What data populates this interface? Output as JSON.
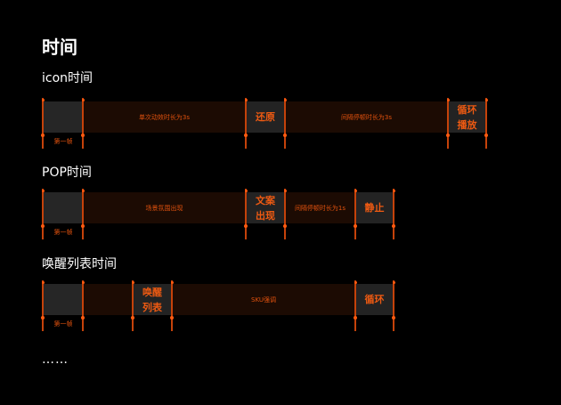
{
  "title": "时间",
  "ellipsis": "……",
  "colors": {
    "background": "#000000",
    "accent": "#ee5a12",
    "tick": "#c5420a",
    "duration_fill": "#1c0b03",
    "action_fill": "#232323"
  },
  "sections": [
    {
      "heading": "icon时间",
      "frame_label": "第一帧",
      "segments": [
        {
          "type": "frame",
          "label": ""
        },
        {
          "type": "duration",
          "label": "单次动效时长为3s"
        },
        {
          "type": "action",
          "label": "还原"
        },
        {
          "type": "duration",
          "label": "间隔停顿时长为3s"
        },
        {
          "type": "action",
          "label": "循环\n播放"
        }
      ]
    },
    {
      "heading": "POP时间",
      "frame_label": "第一帧",
      "segments": [
        {
          "type": "frame",
          "label": ""
        },
        {
          "type": "duration",
          "label": "场景氛围出现"
        },
        {
          "type": "action",
          "label": "文案\n出现"
        },
        {
          "type": "duration",
          "label": "间隔停顿时长为1s"
        },
        {
          "type": "action",
          "label": "静止"
        }
      ]
    },
    {
      "heading": "唤醒列表时间",
      "frame_label": "第一帧",
      "segments": [
        {
          "type": "frame",
          "label": ""
        },
        {
          "type": "duration",
          "label": ""
        },
        {
          "type": "action",
          "label": "唤醒\n列表"
        },
        {
          "type": "duration",
          "label": "SKU强调"
        },
        {
          "type": "action",
          "label": "循环"
        }
      ]
    }
  ]
}
